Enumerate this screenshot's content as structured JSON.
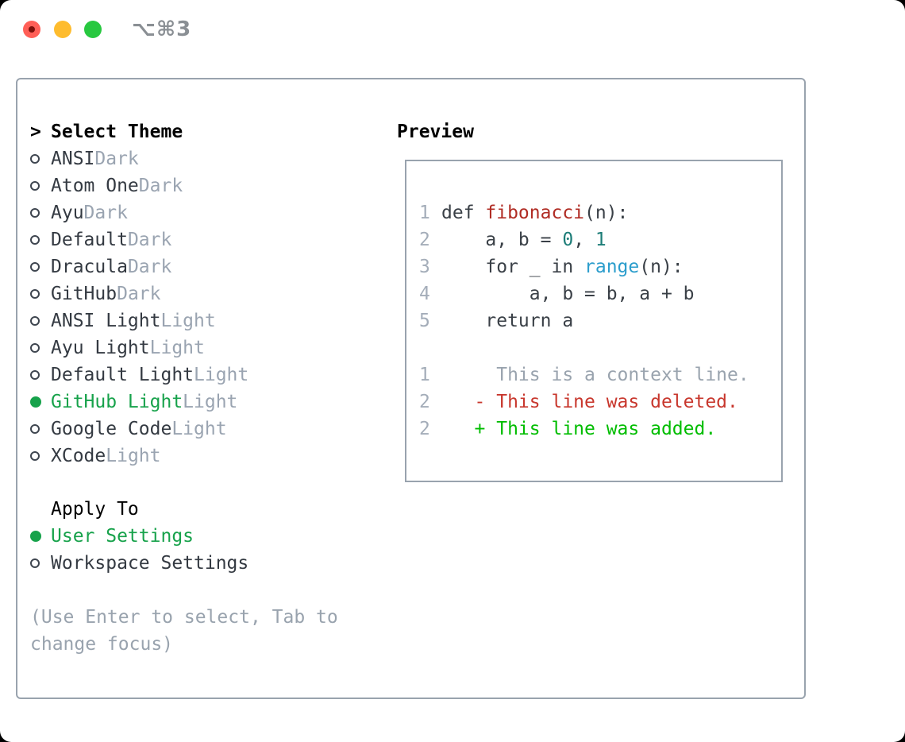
{
  "titlebar": {
    "shortcut": "⌥⌘3"
  },
  "theme_list": {
    "header_prefix": ">",
    "header": "Select Theme",
    "items": [
      {
        "label": "ANSI",
        "tag": "Dark",
        "selected": false
      },
      {
        "label": "Atom One",
        "tag": "Dark",
        "selected": false
      },
      {
        "label": "Ayu",
        "tag": "Dark",
        "selected": false
      },
      {
        "label": "Default",
        "tag": "Dark",
        "selected": false
      },
      {
        "label": "Dracula",
        "tag": "Dark",
        "selected": false
      },
      {
        "label": "GitHub",
        "tag": "Dark",
        "selected": false
      },
      {
        "label": "ANSI Light",
        "tag": "Light",
        "selected": false
      },
      {
        "label": "Ayu Light",
        "tag": "Light",
        "selected": false
      },
      {
        "label": "Default Light",
        "tag": "Light",
        "selected": false
      },
      {
        "label": "GitHub Light",
        "tag": "Light",
        "selected": true
      },
      {
        "label": "Google Code",
        "tag": "Light",
        "selected": false
      },
      {
        "label": "XCode",
        "tag": "Light",
        "selected": false
      }
    ]
  },
  "apply_to": {
    "header": "Apply To",
    "items": [
      {
        "label": "User Settings",
        "selected": true
      },
      {
        "label": "Workspace Settings",
        "selected": false
      }
    ]
  },
  "hint": "(Use Enter to select, Tab to change focus)",
  "preview": {
    "header": "Preview",
    "lines": [
      {
        "num": "1",
        "tokens": [
          {
            "t": "def ",
            "c": "fg"
          },
          {
            "t": "fibonacci",
            "c": "func"
          },
          {
            "t": "(n):",
            "c": "fg"
          }
        ]
      },
      {
        "num": "2",
        "tokens": [
          {
            "t": "    a, b = ",
            "c": "fg"
          },
          {
            "t": "0",
            "c": "numlit"
          },
          {
            "t": ", ",
            "c": "fg"
          },
          {
            "t": "1",
            "c": "numlit"
          }
        ]
      },
      {
        "num": "3",
        "tokens": [
          {
            "t": "    for _ in ",
            "c": "fg"
          },
          {
            "t": "range",
            "c": "builtin"
          },
          {
            "t": "(n):",
            "c": "fg"
          }
        ]
      },
      {
        "num": "4",
        "tokens": [
          {
            "t": "        a, b = b, a + b",
            "c": "fg"
          }
        ]
      },
      {
        "num": "5",
        "tokens": [
          {
            "t": "    return a",
            "c": "fg"
          }
        ]
      },
      {
        "num": "",
        "tokens": []
      },
      {
        "num": "1",
        "tokens": [
          {
            "t": "     This is a context line.",
            "c": "context"
          }
        ]
      },
      {
        "num": "2",
        "tokens": [
          {
            "t": "   - This line was deleted.",
            "c": "deleted"
          }
        ]
      },
      {
        "num": "2",
        "tokens": [
          {
            "t": "   + This line was added.",
            "c": "added"
          }
        ]
      }
    ]
  },
  "colors": {
    "accent_green": "#17a24b",
    "added_green": "#00bd00",
    "deleted_red": "#c8372d",
    "function_red": "#b02c24",
    "number_teal": "#1d7d78",
    "builtin_blue": "#2b9dcc",
    "muted_gray": "#99a3ae",
    "text_dark": "#343a42",
    "traffic_red": "#ff5f57",
    "traffic_yellow": "#febc2e",
    "traffic_green": "#28c840"
  }
}
